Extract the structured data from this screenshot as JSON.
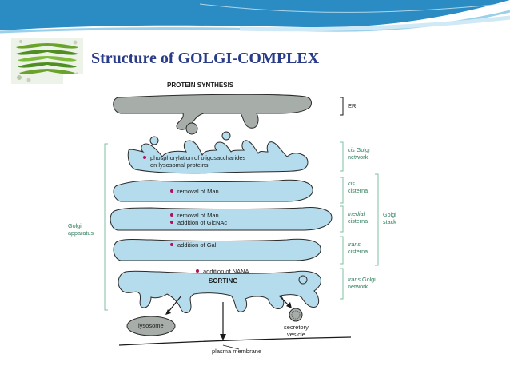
{
  "slide": {
    "title": "Structure of GOLGI-COMPLEX",
    "accent_color": "#2a3c88",
    "header_colors": [
      "#2b8cc4",
      "#9bd0ea",
      "#e6f4fb"
    ]
  },
  "diagram": {
    "top_label": "PROTEIN SYNTHESIS",
    "er_label": "ER",
    "golgi_apparatus_label": [
      "Golgi",
      "apparatus"
    ],
    "golgi_stack_label": [
      "Golgi",
      "stack"
    ],
    "regions": {
      "cis_network": [
        "cis",
        "Golgi",
        "network"
      ],
      "cis_cisterna": [
        "cis",
        "cisterna"
      ],
      "medial_cisterna": [
        "medial",
        "cisterna"
      ],
      "trans_cisterna": [
        "trans",
        "cisterna"
      ],
      "trans_network": [
        "trans",
        "Golgi",
        "network"
      ]
    },
    "processes": {
      "p1_line1": "phosphorylation of oligosaccharides",
      "p1_line2": "on lysosomal proteins",
      "p2": "removal of Man",
      "p3a": "removal of Man",
      "p3b": "addition of GlcNAc",
      "p4": "addition of Gal",
      "p5": "addition of NANA"
    },
    "sorting_label": "SORTING",
    "lysosome_label": "lysosome",
    "secretory_vesicle_label": [
      "secretory",
      "vesicle"
    ],
    "plasma_membrane_label": "plasma membrane",
    "colors": {
      "er_fill": "#a7ada9",
      "golgi_fill": "#b5dcec",
      "outline": "#2a2a2a",
      "dot": "#b0105a",
      "bracket": "#7fbfa0",
      "label_green": "#2e7d5a"
    }
  }
}
